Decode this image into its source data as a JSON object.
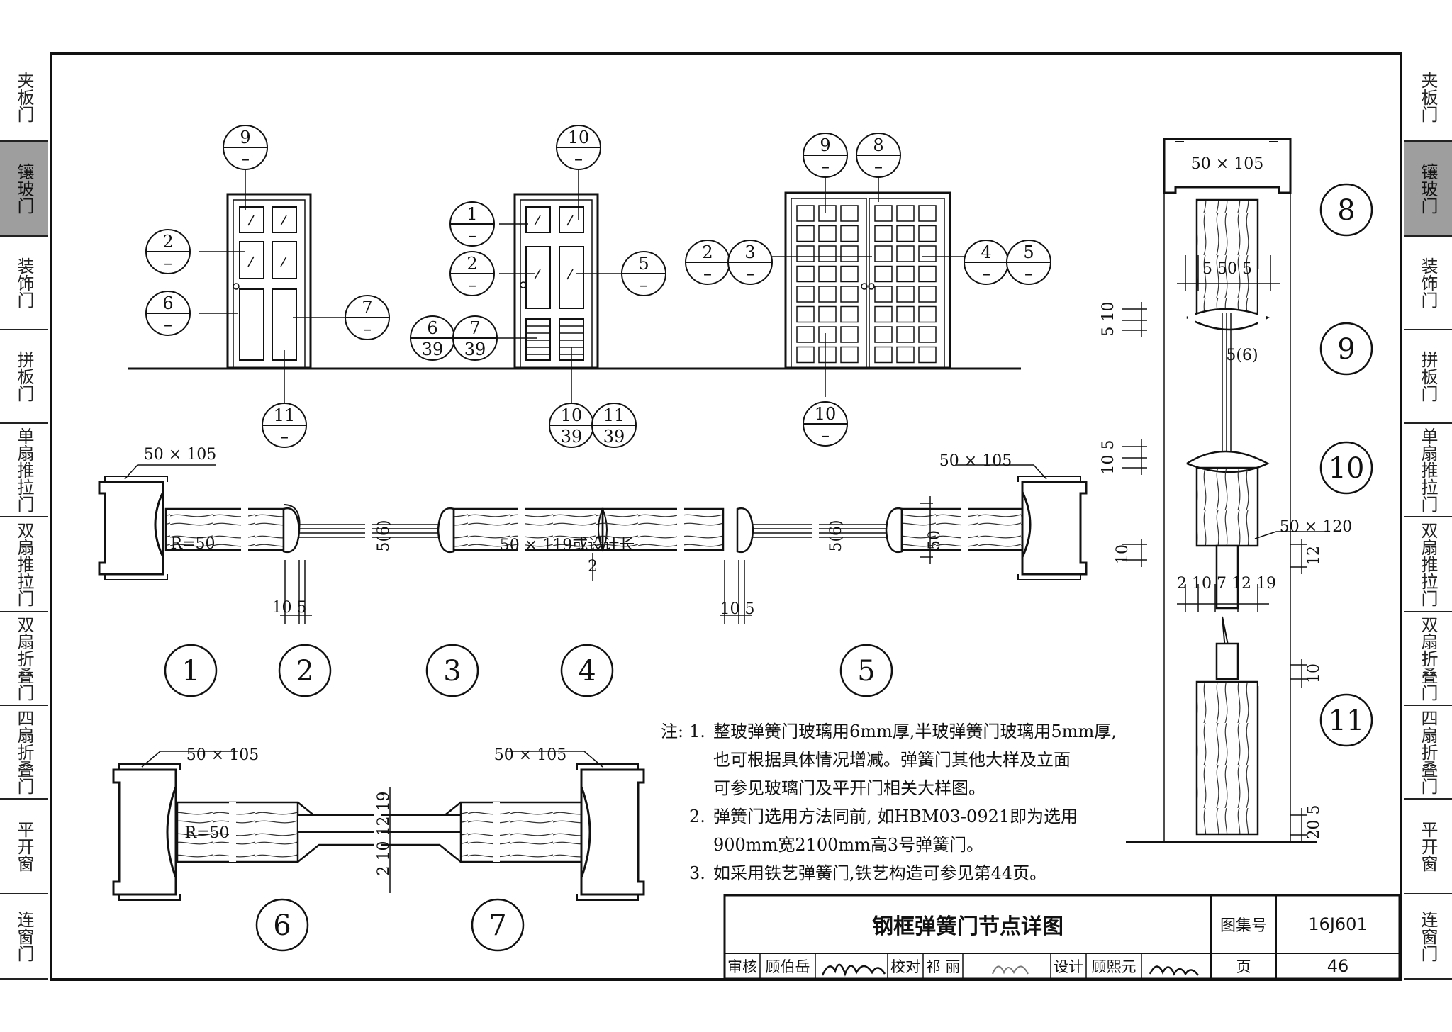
{
  "side_tabs": {
    "left": [
      "夹板门",
      "镶玻门",
      "装饰门",
      "拼板门",
      "单扇推拉门",
      "双扇推拉门",
      "双扇折叠门",
      "四扇折叠门",
      "平开窗",
      "连窗门"
    ],
    "right": [
      "夹板门",
      "镶玻门",
      "装饰门",
      "拼板门",
      "单扇推拉门",
      "双扇推拉门",
      "双扇折叠门",
      "四扇折叠门",
      "平开窗",
      "连窗门"
    ],
    "active_index": 1
  },
  "elevations": {
    "door_a": {
      "callouts": [
        {
          "top": "9",
          "bottom": "–"
        },
        {
          "top": "2",
          "bottom": "–"
        },
        {
          "top": "6",
          "bottom": "–"
        },
        {
          "top": "7",
          "bottom": "–"
        },
        {
          "top": "11",
          "bottom": "–"
        }
      ]
    },
    "door_b": {
      "callouts": [
        {
          "top": "10",
          "bottom": "–"
        },
        {
          "top": "1",
          "bottom": "–"
        },
        {
          "top": "2",
          "bottom": "–"
        },
        {
          "top": "5",
          "bottom": "–"
        },
        {
          "top": "6",
          "bottom": "39"
        },
        {
          "top": "7",
          "bottom": "39"
        },
        {
          "top": "10",
          "bottom": "39"
        },
        {
          "top": "11",
          "bottom": "39"
        }
      ]
    },
    "door_c": {
      "callouts": [
        {
          "top": "9",
          "bottom": "–"
        },
        {
          "top": "8",
          "bottom": "–"
        },
        {
          "top": "2",
          "bottom": "–"
        },
        {
          "top": "3",
          "bottom": "–"
        },
        {
          "top": "4",
          "bottom": "–"
        },
        {
          "top": "5",
          "bottom": "–"
        },
        {
          "top": "10",
          "bottom": "–"
        }
      ]
    }
  },
  "section_labels": {
    "frame_size": "50 × 105",
    "frame_size_120": "50 × 120",
    "radius": "R=50",
    "stile_note": "50 × 119或设计长",
    "glass": "5(6)",
    "dims_10_5": "10  5",
    "dim_2": "2",
    "dim_5": "5",
    "dim_50": "50",
    "dims_bottom_rail": "2 10 7 12 19",
    "dims_6_7": "2 10 12 19",
    "dims_5_10": "5 10",
    "dims_10_5v": "10 5",
    "dim_10": "10",
    "dim_12": "12",
    "dims_20_5": "20 5",
    "dims_5_50_5": "5   50   5"
  },
  "detail_numbers": [
    "1",
    "2",
    "3",
    "4",
    "5",
    "6",
    "7",
    "8",
    "9",
    "10",
    "11"
  ],
  "notes": {
    "lead": "注:",
    "items": [
      {
        "num": "1.",
        "lines": [
          "整玻弹簧门玻璃用6mm厚,半玻弹簧门玻璃用5mm厚,",
          "也可根据具体情况增减。弹簧门其他大样及立面",
          "可参见玻璃门及平开门相关大样图。"
        ]
      },
      {
        "num": "2.",
        "lines": [
          "弹簧门选用方法同前, 如HBM03-0921即为选用",
          "900mm宽2100mm高3号弹簧门。"
        ]
      },
      {
        "num": "3.",
        "lines": [
          "如采用铁艺弹簧门,铁艺构造可参见第44页。"
        ]
      }
    ]
  },
  "title_block": {
    "title": "钢框弹簧门节点详图",
    "atlas_label": "图集号",
    "atlas_no": "16J601",
    "review_label": "审核",
    "reviewer": "顾伯岳",
    "check_label": "校对",
    "checker": "祁 丽",
    "design_label": "设计",
    "designer": "顾熙元",
    "page_label": "页",
    "page_no": "46"
  },
  "colors": {
    "ink": "#111111",
    "tab_active": "#9e9e9e",
    "paper": "#ffffff"
  }
}
